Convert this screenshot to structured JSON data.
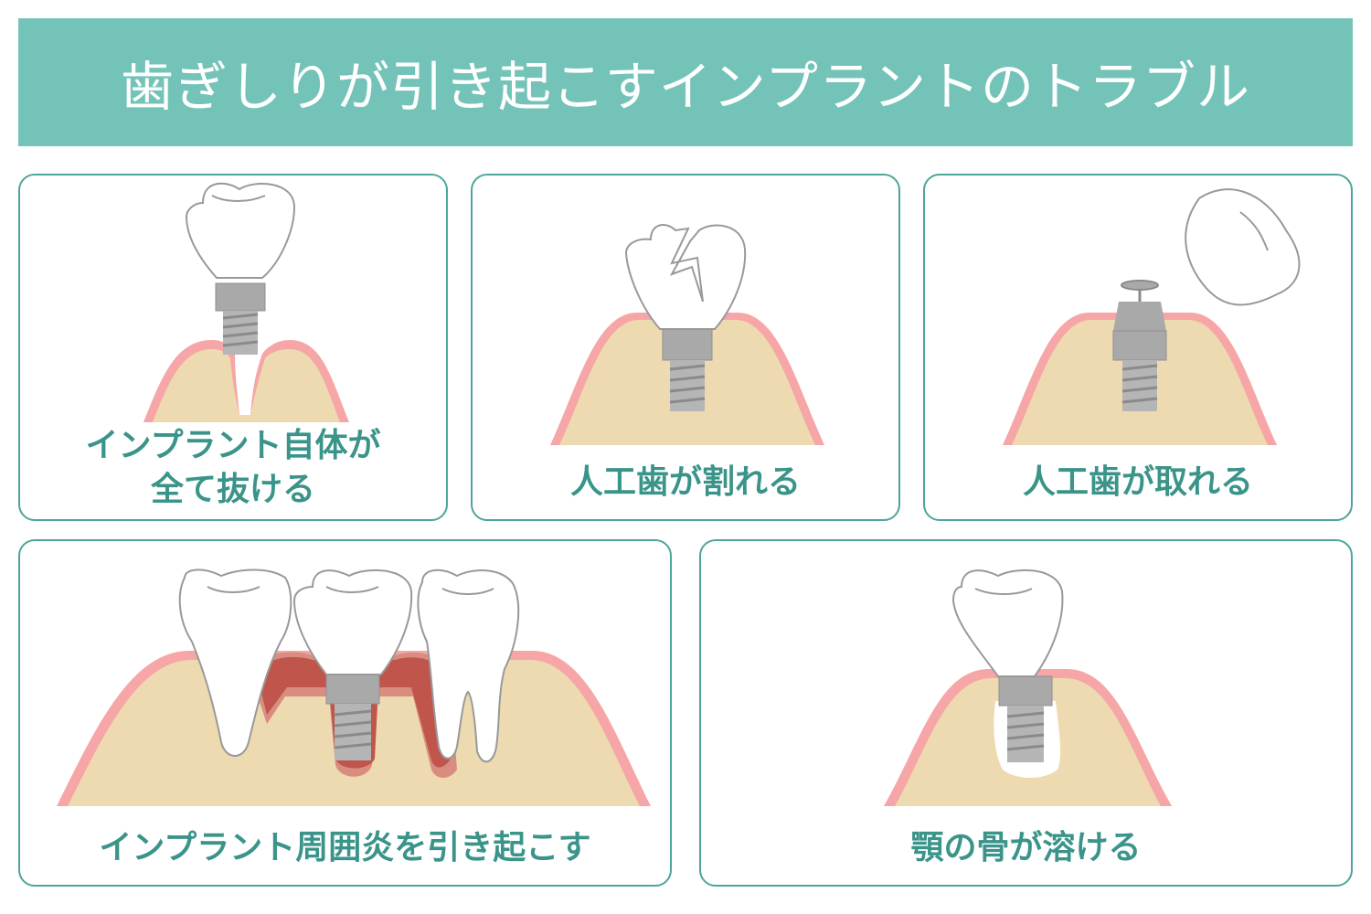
{
  "header": {
    "title": "歯ぎしりが引き起こすインプラントのトラブル"
  },
  "cards": [
    {
      "caption_line1": "インプラント自体が",
      "caption_line2": "全て抜ける"
    },
    {
      "caption": "人工歯が割れる"
    },
    {
      "caption": "人工歯が取れる"
    },
    {
      "caption": "インプラント周囲炎を引き起こす"
    },
    {
      "caption": "顎の骨が溶ける"
    }
  ],
  "colors": {
    "banner": "#74c3b8",
    "card_border": "#4ea59a",
    "caption_text": "#3a9489",
    "gum": "#f6a6a6",
    "bone": "#eedab0",
    "implant": "#a9a9a9",
    "inflammation": "#c0554b"
  },
  "icons": [
    "tooth-crown-icon",
    "implant-screw-icon",
    "gum-bone-icon",
    "cracked-crown-icon",
    "detached-crown-icon",
    "inflamed-gum-icon",
    "bone-loss-icon"
  ]
}
